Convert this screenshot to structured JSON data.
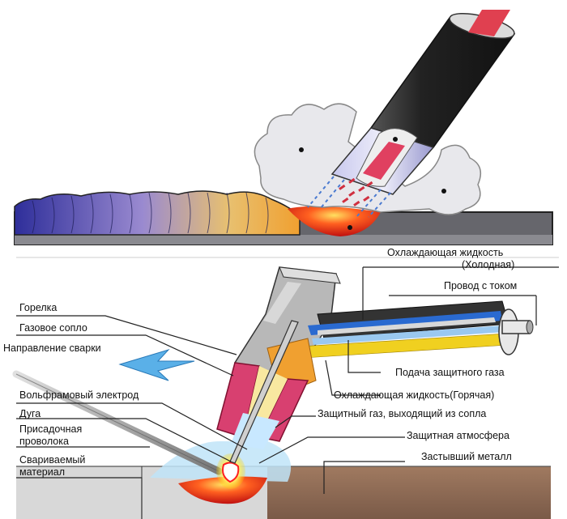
{
  "labels": {
    "coolant_cold_1": "Охлаждающая жидкость",
    "coolant_cold_2": "(Холодная)",
    "power_wire": "Провод с током",
    "torch": "Горелка",
    "gas_nozzle": "Газовое сопло",
    "welding_direction": "Направление сварки",
    "shield_gas_supply": "Подача защитного газа",
    "tungsten_electrode": "Вольфрамовый электрод",
    "coolant_hot": "Охлаждающая жидкость(Горячая)",
    "arc": "Дуга",
    "shield_gas_out": "Защитный газ, выходящий из сопла",
    "filler_wire_1": "Присадочная",
    "filler_wire_2": "проволока",
    "shield_atmosphere": "Защитная атмосфера",
    "base_material_1": "Свариваемый",
    "base_material_2": "материал",
    "solidified_metal": "Застывший металл"
  },
  "colors": {
    "plate": "#6b6b70",
    "bead_start": "#3a3aa0",
    "bead_end": "#f0c040",
    "molten": "#e03020",
    "arrow": "#5ab0e8",
    "metal_brown": "#8a6a55",
    "coolant_blue": "#2a6ad0",
    "gas_yellow": "#f0d020",
    "nozzle_pink": "#d04070"
  }
}
